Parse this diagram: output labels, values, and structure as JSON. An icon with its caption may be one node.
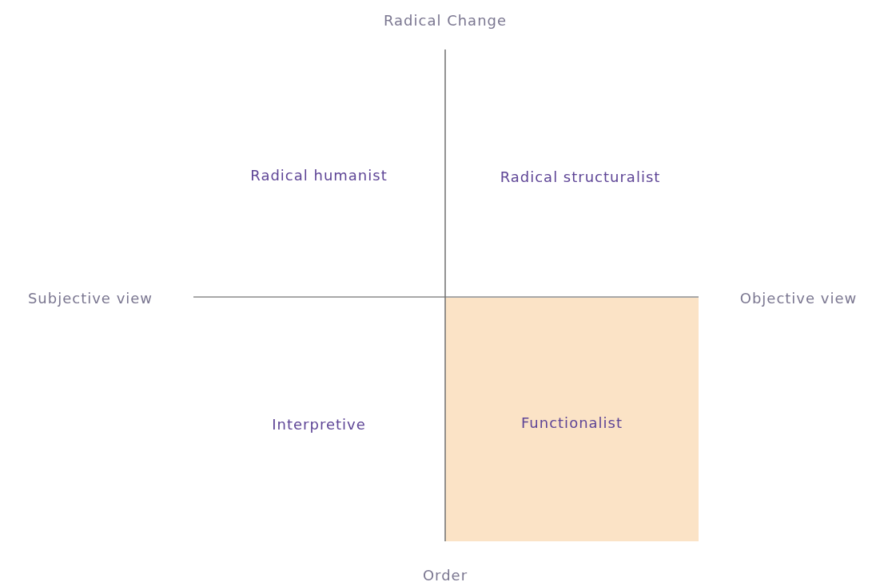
{
  "diagram": {
    "nodes": [
      {
        "text": [
          "Functionalist"
        ]
      }
    ],
    "labels": [
      "Radical Change",
      "Radical humanist",
      "Radical structuralist",
      "Subjective view",
      "Objective view",
      "Interpretive",
      "Order"
    ]
  }
}
